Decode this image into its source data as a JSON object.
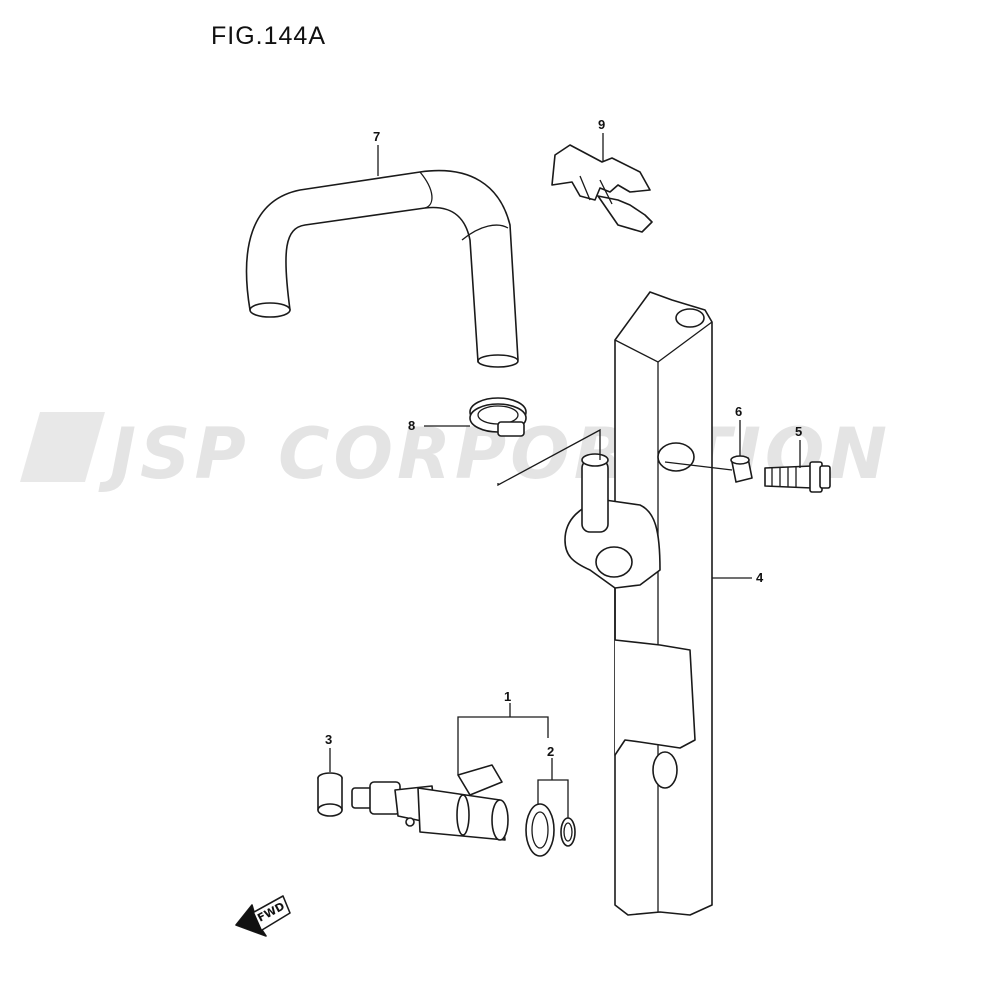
{
  "figure": {
    "title": "FIG.144A"
  },
  "watermark": {
    "text": "JSP CORPORATION"
  },
  "callouts": [
    {
      "id": "1",
      "label": "1"
    },
    {
      "id": "2",
      "label": "2"
    },
    {
      "id": "3",
      "label": "3"
    },
    {
      "id": "4",
      "label": "4"
    },
    {
      "id": "5",
      "label": "5"
    },
    {
      "id": "6",
      "label": "6"
    },
    {
      "id": "7",
      "label": "7"
    },
    {
      "id": "8",
      "label": "8"
    },
    {
      "id": "9",
      "label": "9"
    }
  ],
  "direction_arrow": {
    "label": "FWD"
  }
}
